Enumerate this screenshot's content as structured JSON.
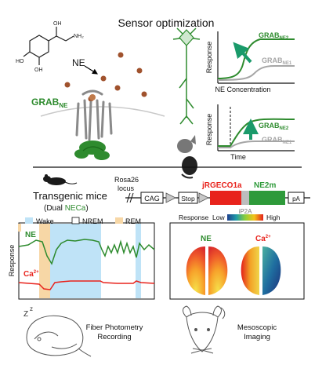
{
  "title": "Sensor optimization",
  "colors": {
    "ne_green": "#2e8b2e",
    "ne1_gray": "#a6a6a6",
    "arrow_green": "#1a9a6a",
    "ca_red": "#e8231c",
    "wake_blue": "#bfe3f7",
    "rem_tan": "#f7d7a6",
    "molecule_brown": "#a0522d"
  },
  "top": {
    "ne_label": "NE",
    "grab_label": "GRAB",
    "grab_sub": "NE",
    "chart1": {
      "ylabel": "Response",
      "xlabel": "NE Concentration",
      "series": [
        {
          "name": "GRAB",
          "sub": "NE2"
        },
        {
          "name": "GRAB",
          "sub": "NE1"
        }
      ]
    },
    "chart2": {
      "ylabel": "Response",
      "xlabel": "Time",
      "series": [
        {
          "name": "GRAB",
          "sub": "NE2"
        },
        {
          "name": "GRAB",
          "sub": "NE1"
        }
      ]
    }
  },
  "middle": {
    "title": "Transgenic mice",
    "subtitle_prefix": "(Dual ",
    "subtitle_accent": "NECa",
    "subtitle_suffix": ")",
    "locus_line1": "Rosa26",
    "locus_line2": "locus",
    "construct": {
      "cag": "CAG",
      "stop": "Stop",
      "jrgeco": "jRGECO1a",
      "ne2m": "NE2m",
      "ip2a": "iP2A",
      "pa": "pA"
    }
  },
  "bottom_left": {
    "legend": [
      "Wake",
      "NREM",
      "REM"
    ],
    "ylabel": "Response",
    "trace_labels": {
      "ne": "NE",
      "ca": "Ca",
      "ca_sup": "2+"
    },
    "caption_line1": "Fiber Photometry",
    "caption_line2": "Recording"
  },
  "bottom_right": {
    "legend_title": "Response",
    "legend_low": "Low",
    "legend_high": "High",
    "map_labels": {
      "ne": "NE",
      "ca": "Ca",
      "ca_sup": "2+"
    },
    "caption_line1": "Mesoscopic",
    "caption_line2": "Imaging"
  }
}
